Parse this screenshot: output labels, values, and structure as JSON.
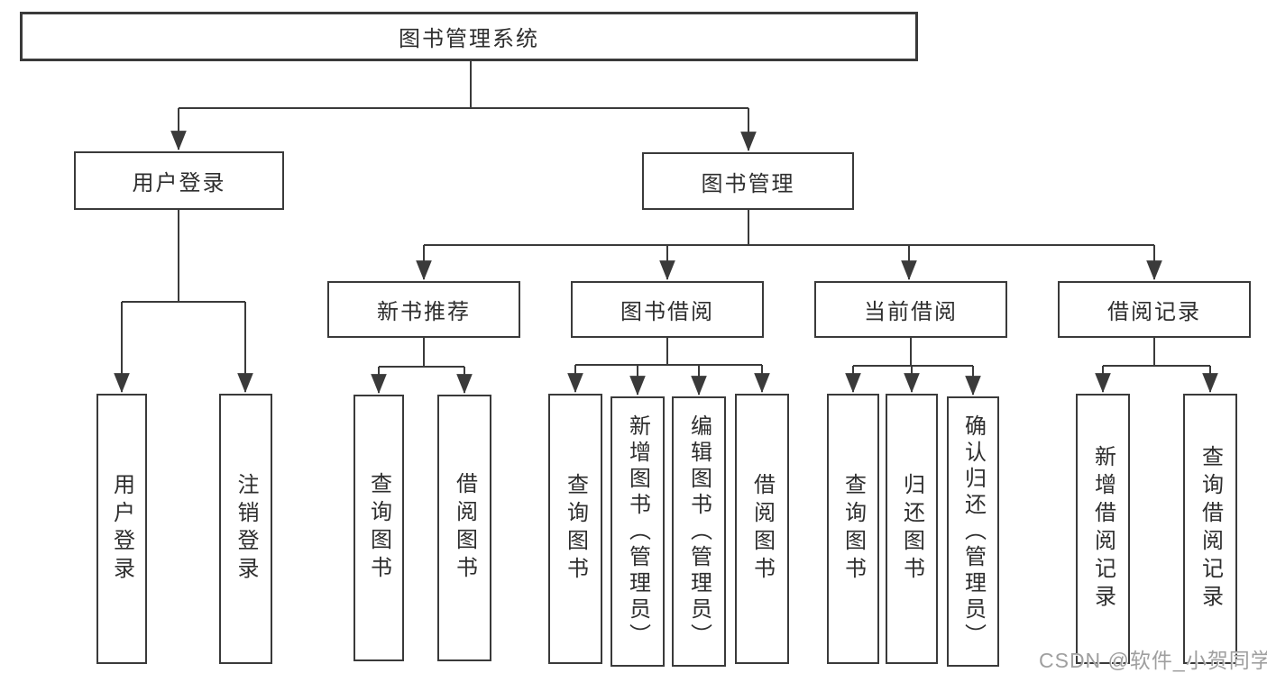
{
  "nodes": {
    "root": {
      "label": "图书管理系统"
    },
    "userLogin": {
      "label": "用户登录"
    },
    "bookMgmt": {
      "label": "图书管理"
    },
    "newBookRec": {
      "label": "新书推荐"
    },
    "bookBorrow": {
      "label": "图书借阅"
    },
    "currentBorrow": {
      "label": "当前借阅"
    },
    "borrowRecord": {
      "label": "借阅记录"
    },
    "loginLeaf": {
      "label": "用户登录"
    },
    "logoutLeaf": {
      "label": "注销登录"
    },
    "nbQuery": {
      "label": "查询图书"
    },
    "nbBorrow": {
      "label": "借阅图书"
    },
    "bbQuery": {
      "label": "查询图书"
    },
    "bbAdd": {
      "label": "新增图书（管理员）"
    },
    "bbEdit": {
      "label": "编辑图书（管理员）"
    },
    "bbBorrow": {
      "label": "借阅图书"
    },
    "cbQuery": {
      "label": "查询图书"
    },
    "cbReturn": {
      "label": "归还图书"
    },
    "cbConfirm": {
      "label": "确认归还（管理员）"
    },
    "brAdd": {
      "label": "新增借阅记录"
    },
    "brQuery": {
      "label": "查询借阅记录"
    }
  },
  "watermark": {
    "text": "CSDN @软件_小贺同学"
  },
  "colors": {
    "line": "#3a3a3a",
    "text": "#2e2e2e",
    "watermark": "#9f9f9f",
    "background": "#ffffff"
  }
}
